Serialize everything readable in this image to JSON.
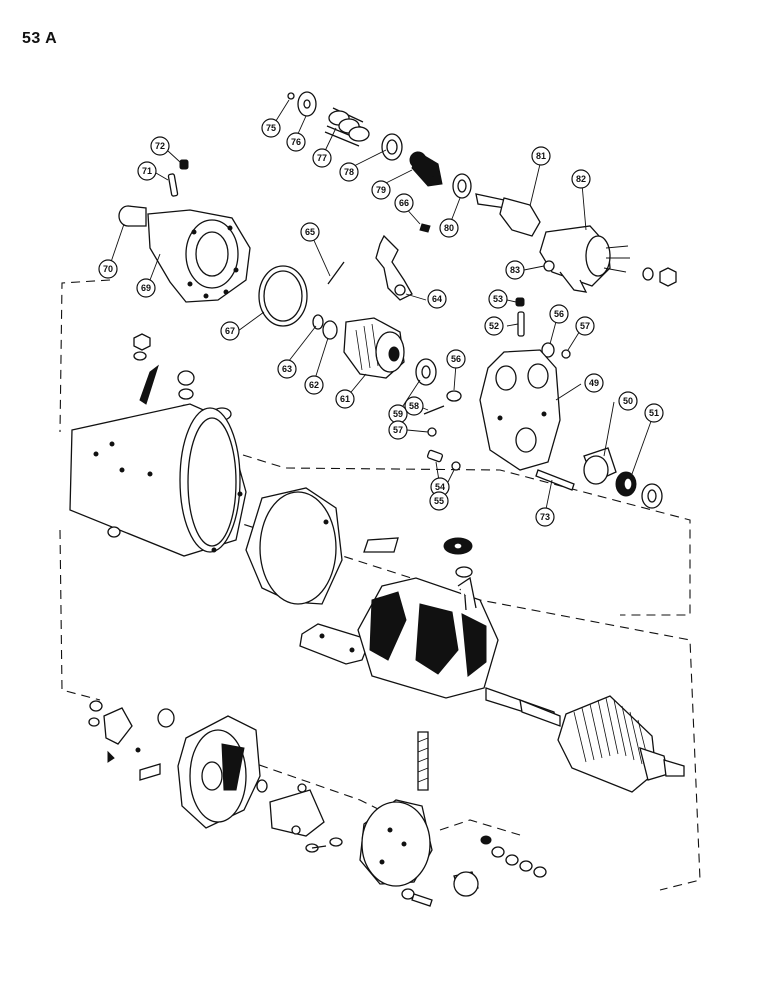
{
  "page_code": "53 A",
  "callouts": [
    {
      "n": "75"
    },
    {
      "n": "76"
    },
    {
      "n": "77"
    },
    {
      "n": "78"
    },
    {
      "n": "79"
    },
    {
      "n": "80"
    },
    {
      "n": "81"
    },
    {
      "n": "82"
    },
    {
      "n": "83"
    },
    {
      "n": "72"
    },
    {
      "n": "71"
    },
    {
      "n": "70"
    },
    {
      "n": "69"
    },
    {
      "n": "66"
    },
    {
      "n": "65"
    },
    {
      "n": "64"
    },
    {
      "n": "67"
    },
    {
      "n": "63"
    },
    {
      "n": "62"
    },
    {
      "n": "61"
    },
    {
      "n": "59"
    },
    {
      "n": "56"
    },
    {
      "n": "58"
    },
    {
      "n": "57"
    },
    {
      "n": "53"
    },
    {
      "n": "52"
    },
    {
      "n": "56"
    },
    {
      "n": "57"
    },
    {
      "n": "49"
    },
    {
      "n": "50"
    },
    {
      "n": "51"
    },
    {
      "n": "54"
    },
    {
      "n": "55"
    },
    {
      "n": "73"
    }
  ]
}
